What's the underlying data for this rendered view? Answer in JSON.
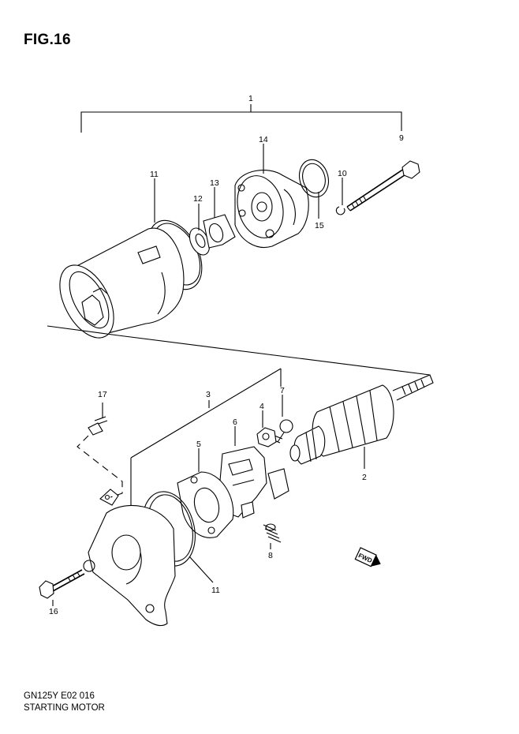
{
  "figure": {
    "title": "FIG.16"
  },
  "footer": {
    "code": "GN125Y E02  016",
    "name": "STARTING MOTOR"
  },
  "callouts": {
    "c1": "1",
    "c2": "2",
    "c3": "3",
    "c4": "4",
    "c5": "5",
    "c6": "6",
    "c7": "7",
    "c8": "8",
    "c9": "9",
    "c10": "10",
    "c11a": "11",
    "c11b": "11",
    "c12": "12",
    "c13": "13",
    "c14": "14",
    "c15": "15",
    "c16": "16",
    "c17": "17"
  },
  "fwd_badge": "FWD"
}
